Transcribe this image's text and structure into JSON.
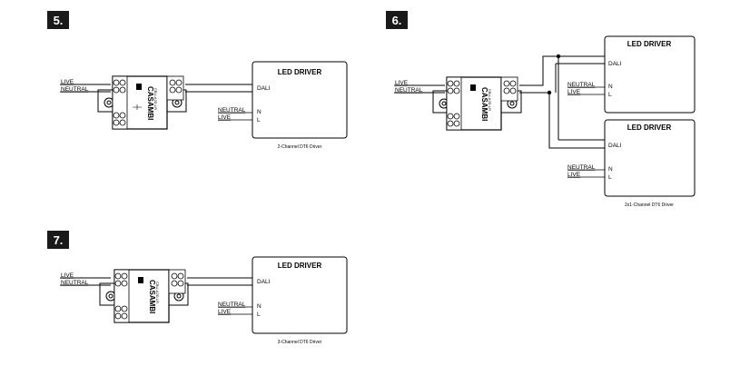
{
  "diagrams": [
    {
      "number": "5.",
      "input_labels": {
        "live": "LIVE",
        "neutral": "NEUTRAL"
      },
      "module": {
        "brand": "CASAMBI",
        "model": "CBU-A2D-LR"
      },
      "drivers": [
        {
          "title": "LED DRIVER",
          "dali": "DALI",
          "neutral": "NEUTRAL",
          "live": "LIVE",
          "n": "N",
          "l": "L"
        }
      ],
      "caption": "2-Channel DT6 Driver"
    },
    {
      "number": "6.",
      "input_labels": {
        "live": "LIVE",
        "neutral": "NEUTRAL"
      },
      "module": {
        "brand": "CASAMBI",
        "model": "CBU-A2D-LR"
      },
      "drivers": [
        {
          "title": "LED DRIVER",
          "dali": "DALI",
          "neutral": "NEUTRAL",
          "live": "LIVE",
          "n": "N",
          "l": "L"
        },
        {
          "title": "LED DRIVER",
          "dali": "DALI",
          "neutral": "NEUTRAL",
          "live": "LIVE",
          "n": "N",
          "l": "L"
        }
      ],
      "caption": "2x1-Channel DT6 Driver"
    },
    {
      "number": "7.",
      "input_labels": {
        "live": "LIVE",
        "neutral": "NEUTRAL"
      },
      "module": {
        "brand": "CASAMBI",
        "model": "CBU-A2D-LR"
      },
      "drivers": [
        {
          "title": "LED DRIVER",
          "dali": "DALI",
          "neutral": "NEUTRAL",
          "live": "LIVE",
          "n": "N",
          "l": "L"
        }
      ],
      "caption": "3-Channel DT6 Driver"
    }
  ]
}
